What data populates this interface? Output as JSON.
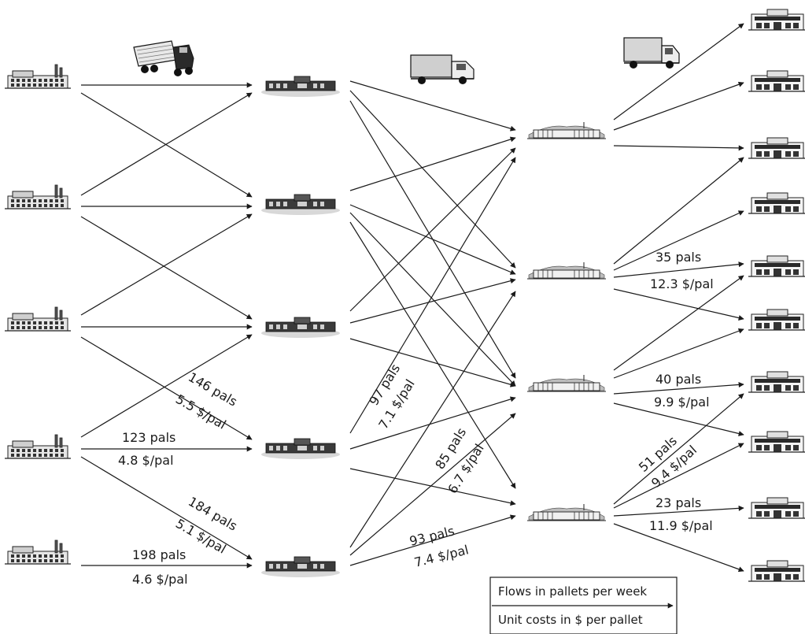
{
  "flow_labels": [
    {
      "id": "p4-w3",
      "flow": "146 pals",
      "cost": "5.5 $/pal"
    },
    {
      "id": "p4-w4",
      "flow": "123 pals",
      "cost": "4.8 $/pal"
    },
    {
      "id": "p5-w5",
      "flow": "184 pals",
      "cost": "5.1 $/pal"
    },
    {
      "id": "p5-w5b",
      "flow": "198 pals",
      "cost": "4.6 $/pal"
    },
    {
      "id": "w4-d1",
      "flow": "97 pals",
      "cost": "7.1 $/pal"
    },
    {
      "id": "w5-d2",
      "flow": "85 pals",
      "cost": "6.7 $/pal"
    },
    {
      "id": "w5-d4",
      "flow": "93 pals",
      "cost": "7.4 $/pal"
    },
    {
      "id": "d2-s5",
      "flow": "35 pals",
      "cost": "12.3 $/pal"
    },
    {
      "id": "d3-s7",
      "flow": "40 pals",
      "cost": "9.9 $/pal"
    },
    {
      "id": "d4-s7",
      "flow": "51 pals",
      "cost": "9.4 $/pal"
    },
    {
      "id": "d4-s9",
      "flow": "23 pals",
      "cost": "11.9 $/pal"
    }
  ],
  "legend": {
    "flow_text": "Flows in pallets per week",
    "cost_text": "Unit costs in $ per pallet"
  },
  "icons": {
    "plant": "factory-icon",
    "warehouse": "warehouse-icon",
    "distribution_center": "distribution-center-icon",
    "store": "store-icon",
    "big_truck": "semi-truck-icon",
    "box_truck": "box-truck-icon",
    "van": "delivery-van-icon"
  }
}
